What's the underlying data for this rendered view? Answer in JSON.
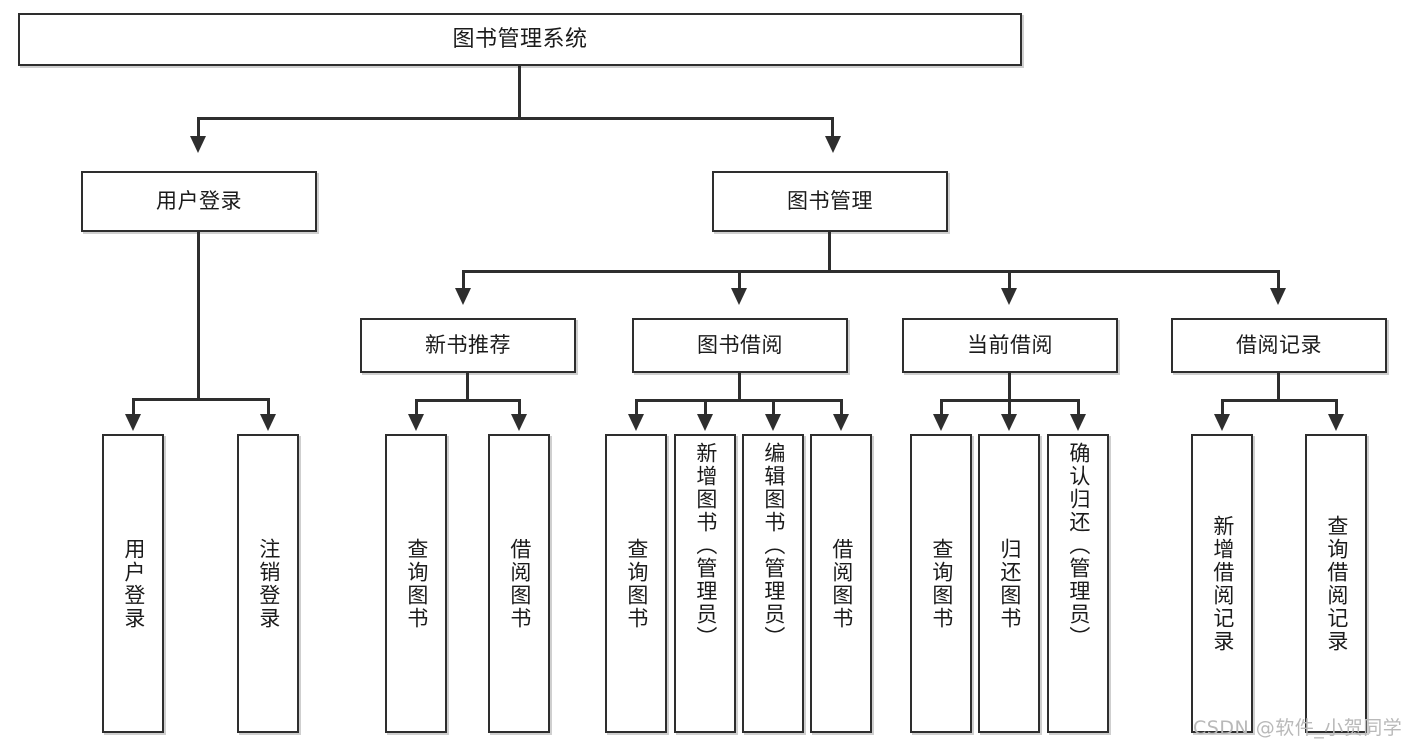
{
  "diagram": {
    "title": "图书管理系统",
    "type": "hierarchy-tree",
    "watermark": "CSDN @软件_小贺同学",
    "colors": {
      "box_border": "#2e2e2e",
      "box_fill": "#ffffff",
      "connector": "#2e2e2e",
      "shadow": "#cfcfcf",
      "watermark": "#b9b9b9",
      "text": "#1b1b1b"
    },
    "root": {
      "label": "图书管理系统"
    },
    "level2": [
      {
        "label": "用户登录"
      },
      {
        "label": "图书管理"
      }
    ],
    "level3": [
      {
        "label": "新书推荐"
      },
      {
        "label": "图书借阅"
      },
      {
        "label": "当前借阅"
      },
      {
        "label": "借阅记录"
      }
    ],
    "leaves": {
      "user_login": [
        {
          "label": "用户登录"
        },
        {
          "label": "注销登录"
        }
      ],
      "new_book_rec": [
        {
          "label": "查询图书"
        },
        {
          "label": "借阅图书"
        }
      ],
      "book_borrow": [
        {
          "label": "查询图书"
        },
        {
          "label": "新增图书（管理员）"
        },
        {
          "label": "编辑图书（管理员）"
        },
        {
          "label": "借阅图书"
        }
      ],
      "current_borrow": [
        {
          "label": "查询图书"
        },
        {
          "label": "归还图书"
        },
        {
          "label": "确认归还（管理员）"
        }
      ],
      "borrow_record": [
        {
          "label": "新增借阅记录"
        },
        {
          "label": "查询借阅记录"
        }
      ]
    }
  }
}
